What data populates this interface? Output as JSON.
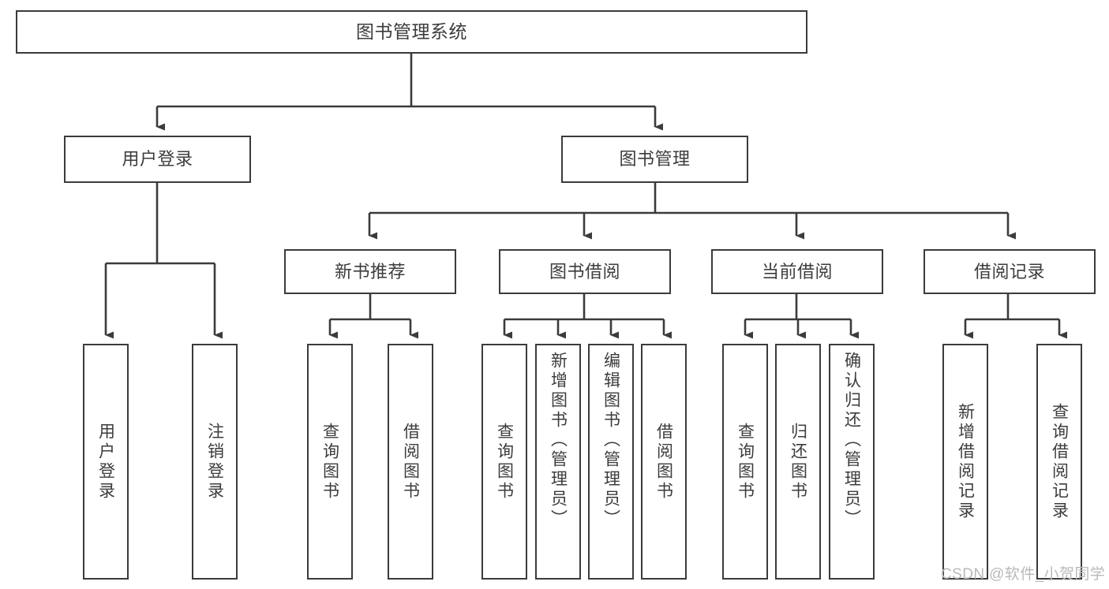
{
  "diagram": {
    "title": "图书管理系统",
    "watermark": "CSDN @软件_小贺同学",
    "colors": {
      "box_border": "#3b3b3b",
      "box_fill": "#ffffff",
      "connector": "#3b3b3b",
      "text": "#3c3c3c",
      "watermark": "#b9b9b9",
      "background": "#ffffff"
    },
    "nodes": {
      "root": {
        "label": "图书管理系统"
      },
      "level2": [
        {
          "label": "用户登录"
        },
        {
          "label": "图书管理"
        }
      ],
      "level3": [
        {
          "label": "新书推荐"
        },
        {
          "label": "图书借阅"
        },
        {
          "label": "当前借阅"
        },
        {
          "label": "借阅记录"
        }
      ],
      "leaves": {
        "user_login": [
          {
            "label": "用户登录"
          },
          {
            "label": "注销登录"
          }
        ],
        "new_book": [
          {
            "label": "查询图书"
          },
          {
            "label": "借阅图书"
          }
        ],
        "book_borrow": [
          {
            "label": "查询图书"
          },
          {
            "label": "新增图书（管理员）"
          },
          {
            "label": "编辑图书（管理员）"
          },
          {
            "label": "借阅图书"
          }
        ],
        "current_borrow": [
          {
            "label": "查询图书"
          },
          {
            "label": "归还图书"
          },
          {
            "label": "确认归还（管理员）"
          }
        ],
        "borrow_record": [
          {
            "label": "新增借阅记录"
          },
          {
            "label": "查询借阅记录"
          }
        ]
      }
    }
  }
}
